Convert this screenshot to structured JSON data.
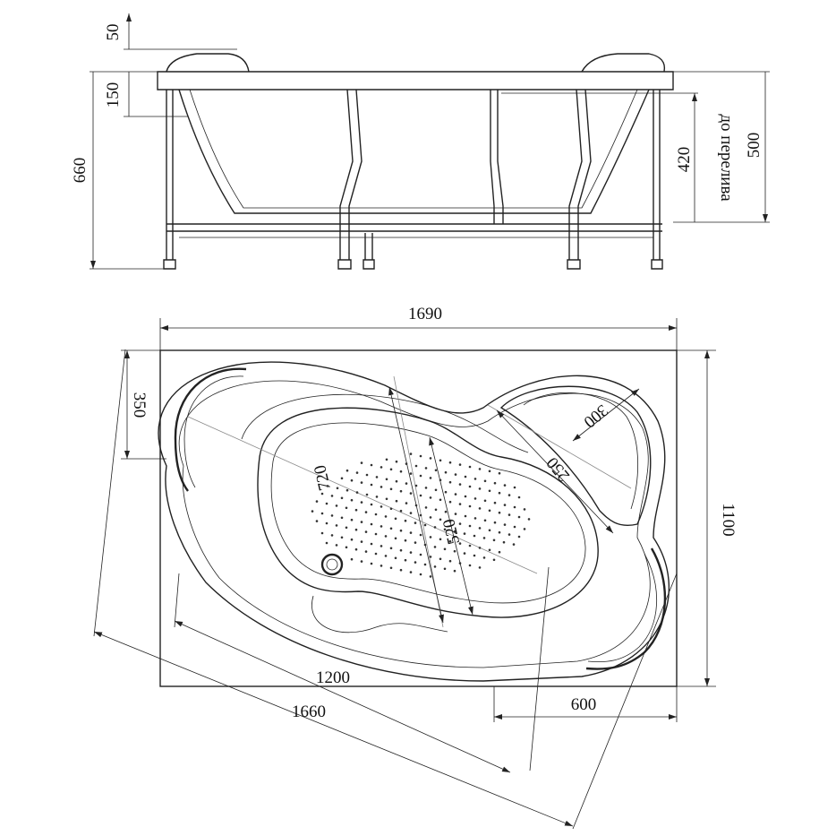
{
  "side_view": {
    "dims": {
      "rim_height": "50",
      "headrest_drop": "150",
      "total_height": "660",
      "overflow_height": "420",
      "overflow_label": "до перелива",
      "tub_depth": "500"
    }
  },
  "top_view": {
    "dims": {
      "overall_length": "1690",
      "overall_width": "1100",
      "left_offset": "350",
      "right_offset": "600",
      "inner_length": "1200",
      "diagonal_length": "1660",
      "bowl_width": "720",
      "bowl_inner_width": "520",
      "seat_width": "300",
      "seat_depth": "250"
    }
  },
  "colors": {
    "line": "#222222",
    "centerline": "#8a8a8a",
    "background": "#ffffff"
  }
}
